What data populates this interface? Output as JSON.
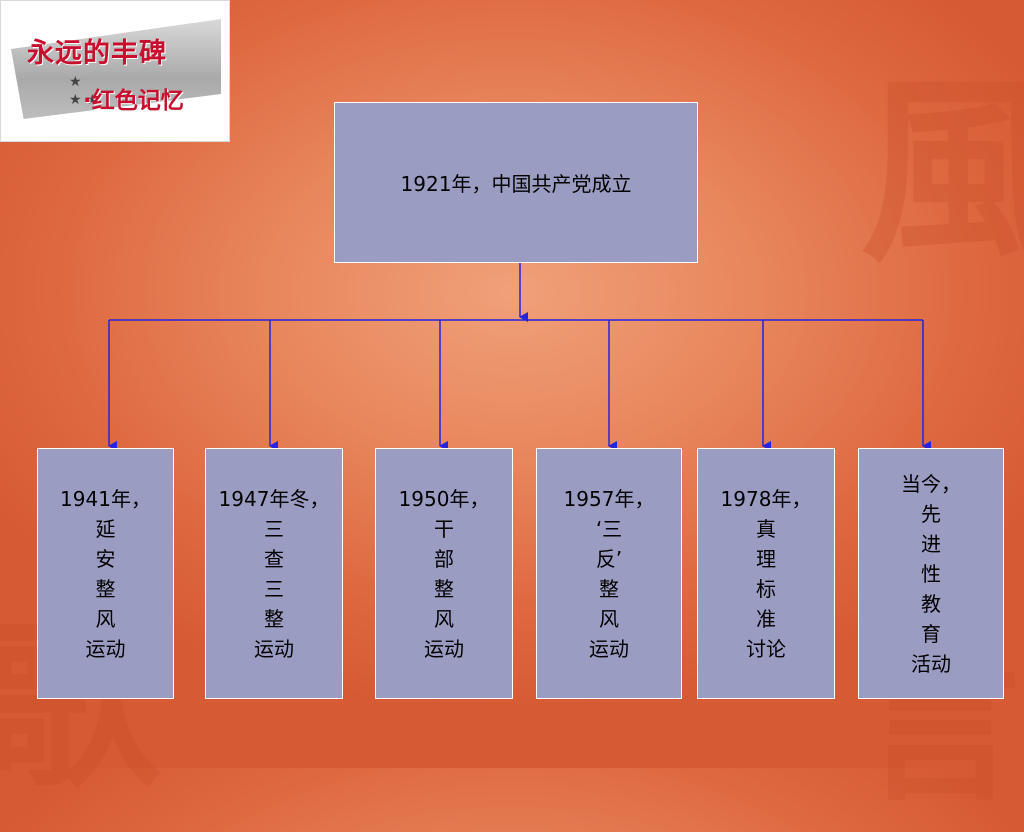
{
  "logo": {
    "title": "永远的丰碑",
    "subtitle": "·红色记忆"
  },
  "colors": {
    "box_fill": "#9b9cc2",
    "connector": "#2323e0",
    "background": "#e8865c"
  },
  "root": {
    "label": "1921年，中国共产党成立"
  },
  "children": [
    {
      "label": "1941年，\n延\n安\n整\n风\n运动"
    },
    {
      "label": "1947年冬，\n三\n查\n三\n整\n运动"
    },
    {
      "label": "1950年，\n干\n部\n整\n风\n运动"
    },
    {
      "label": "1957年，\n‘三\n反’\n整\n风\n运动"
    },
    {
      "label": "1978年，\n真\n理\n标\n准\n讨论"
    },
    {
      "label": "当今，\n先\n进\n性\n教\n育\n活动"
    }
  ]
}
